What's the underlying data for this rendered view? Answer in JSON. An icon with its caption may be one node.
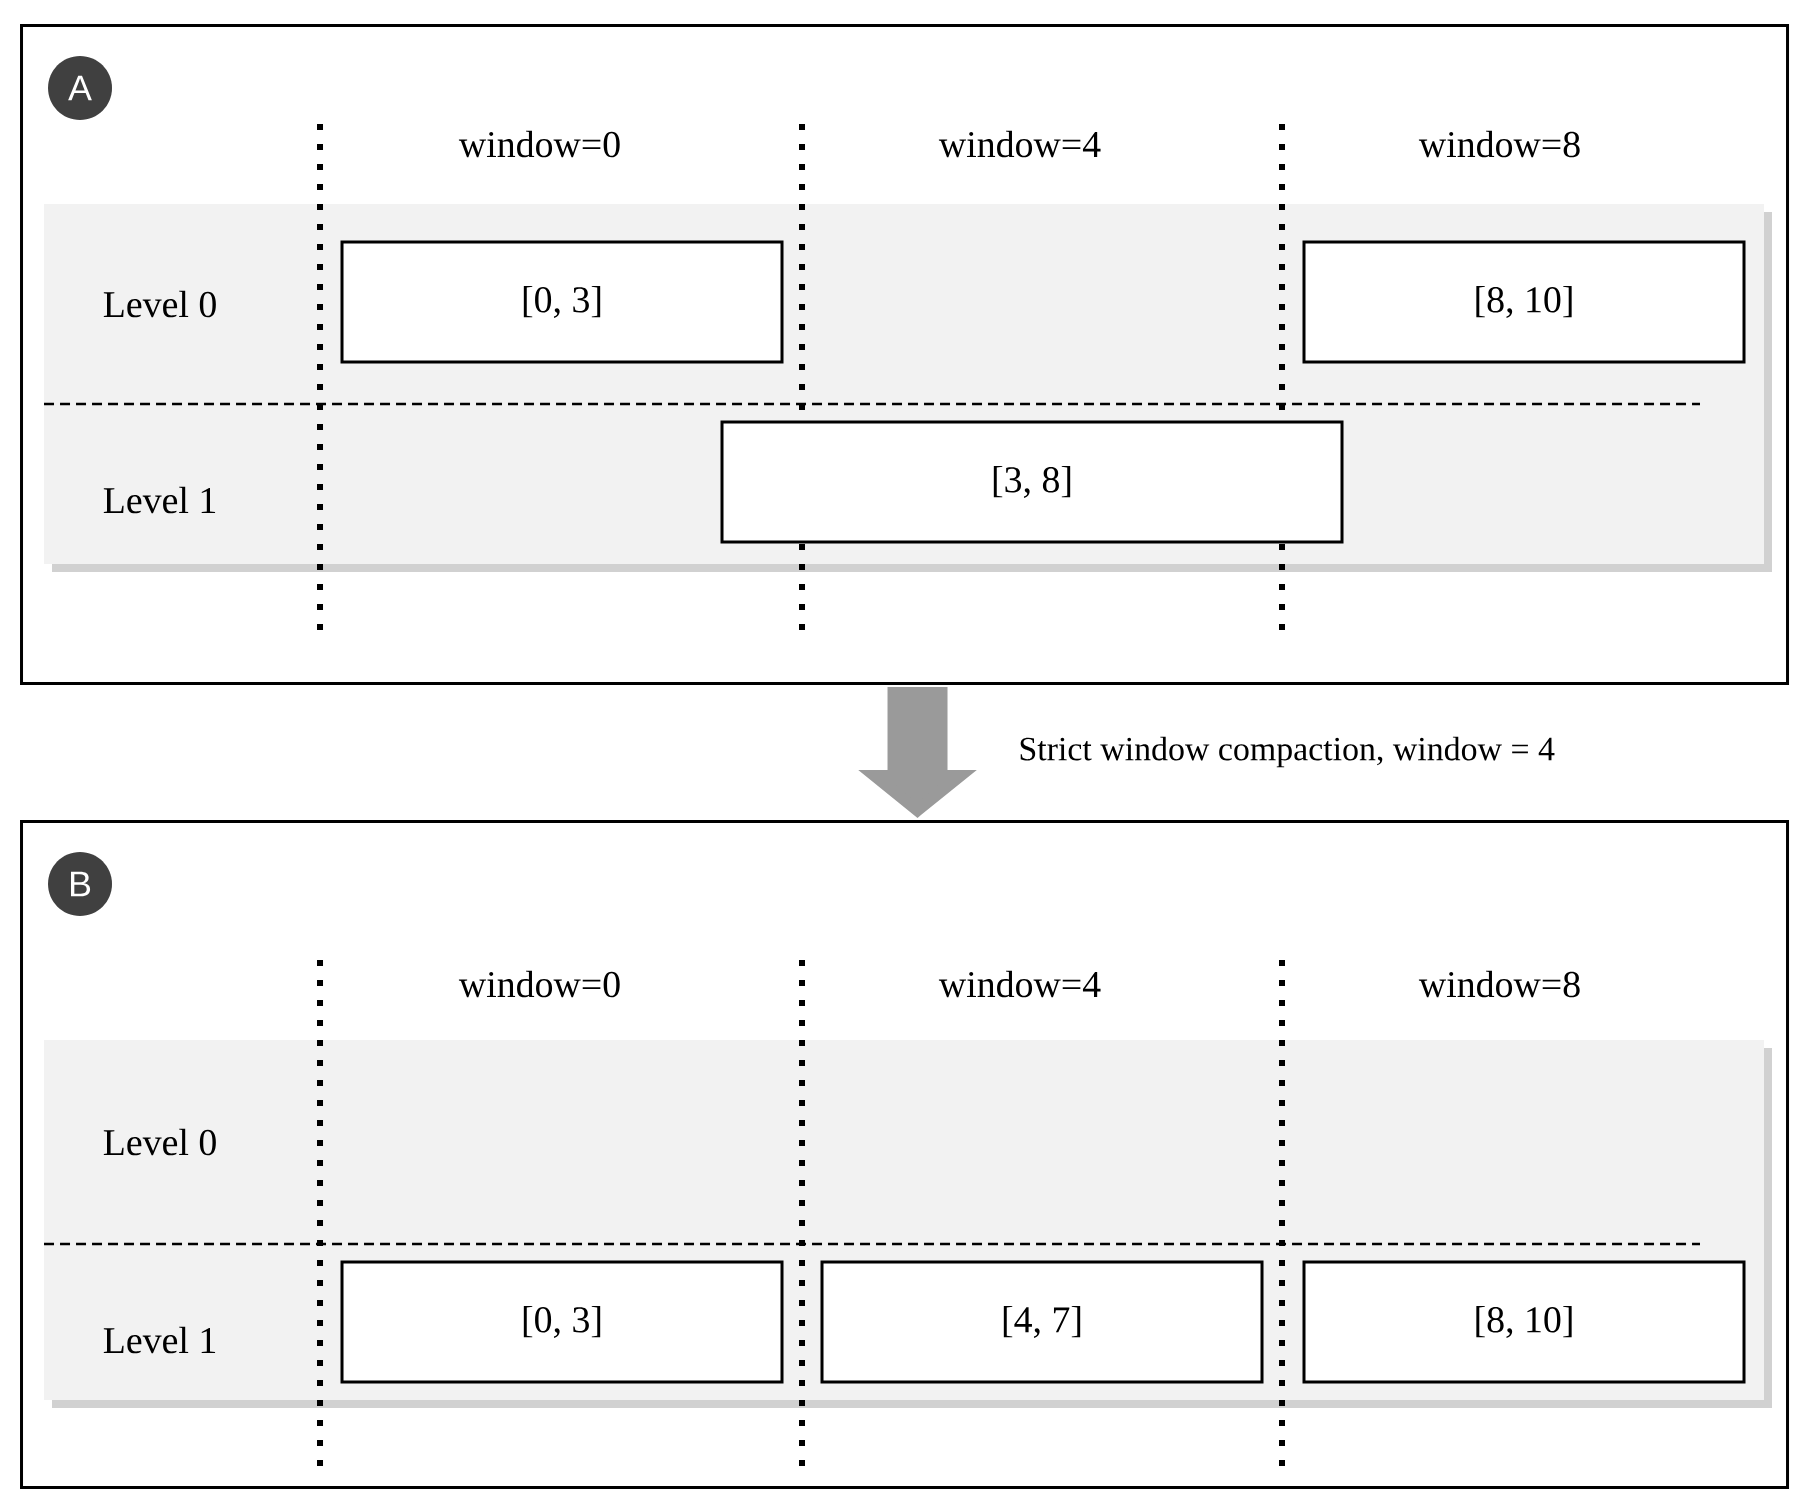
{
  "diagram": {
    "nodes": [
      {
        "text": [],
        "shape": "box"
      },
      {
        "text": [
          "A"
        ],
        "in": 0
      },
      {
        "text": [
          "[0, 3]"
        ],
        "in": 0
      },
      {
        "text": [
          "[8, 10]"
        ],
        "in": 0
      },
      {
        "text": [
          "[3, 8]"
        ],
        "in": 0
      },
      {
        "text": [],
        "shape": "box"
      },
      {
        "text": [
          "B"
        ],
        "in": 5
      },
      {
        "text": [
          "[0, 3]"
        ],
        "in": 5
      },
      {
        "text": [
          "[4, 7]"
        ],
        "in": 5
      },
      {
        "text": [
          "[8, 10]"
        ],
        "in": 5
      }
    ],
    "edges": [
      {
        "from": 0,
        "to": 5,
        "arrow": "to",
        "label": "Strict window compaction, window = 4"
      }
    ],
    "labels": [
      "window=0",
      "window=4",
      "window=8",
      "Level 0",
      "Level 1",
      "window=0",
      "window=4",
      "window=8",
      "Level 0",
      "Level 1"
    ]
  }
}
